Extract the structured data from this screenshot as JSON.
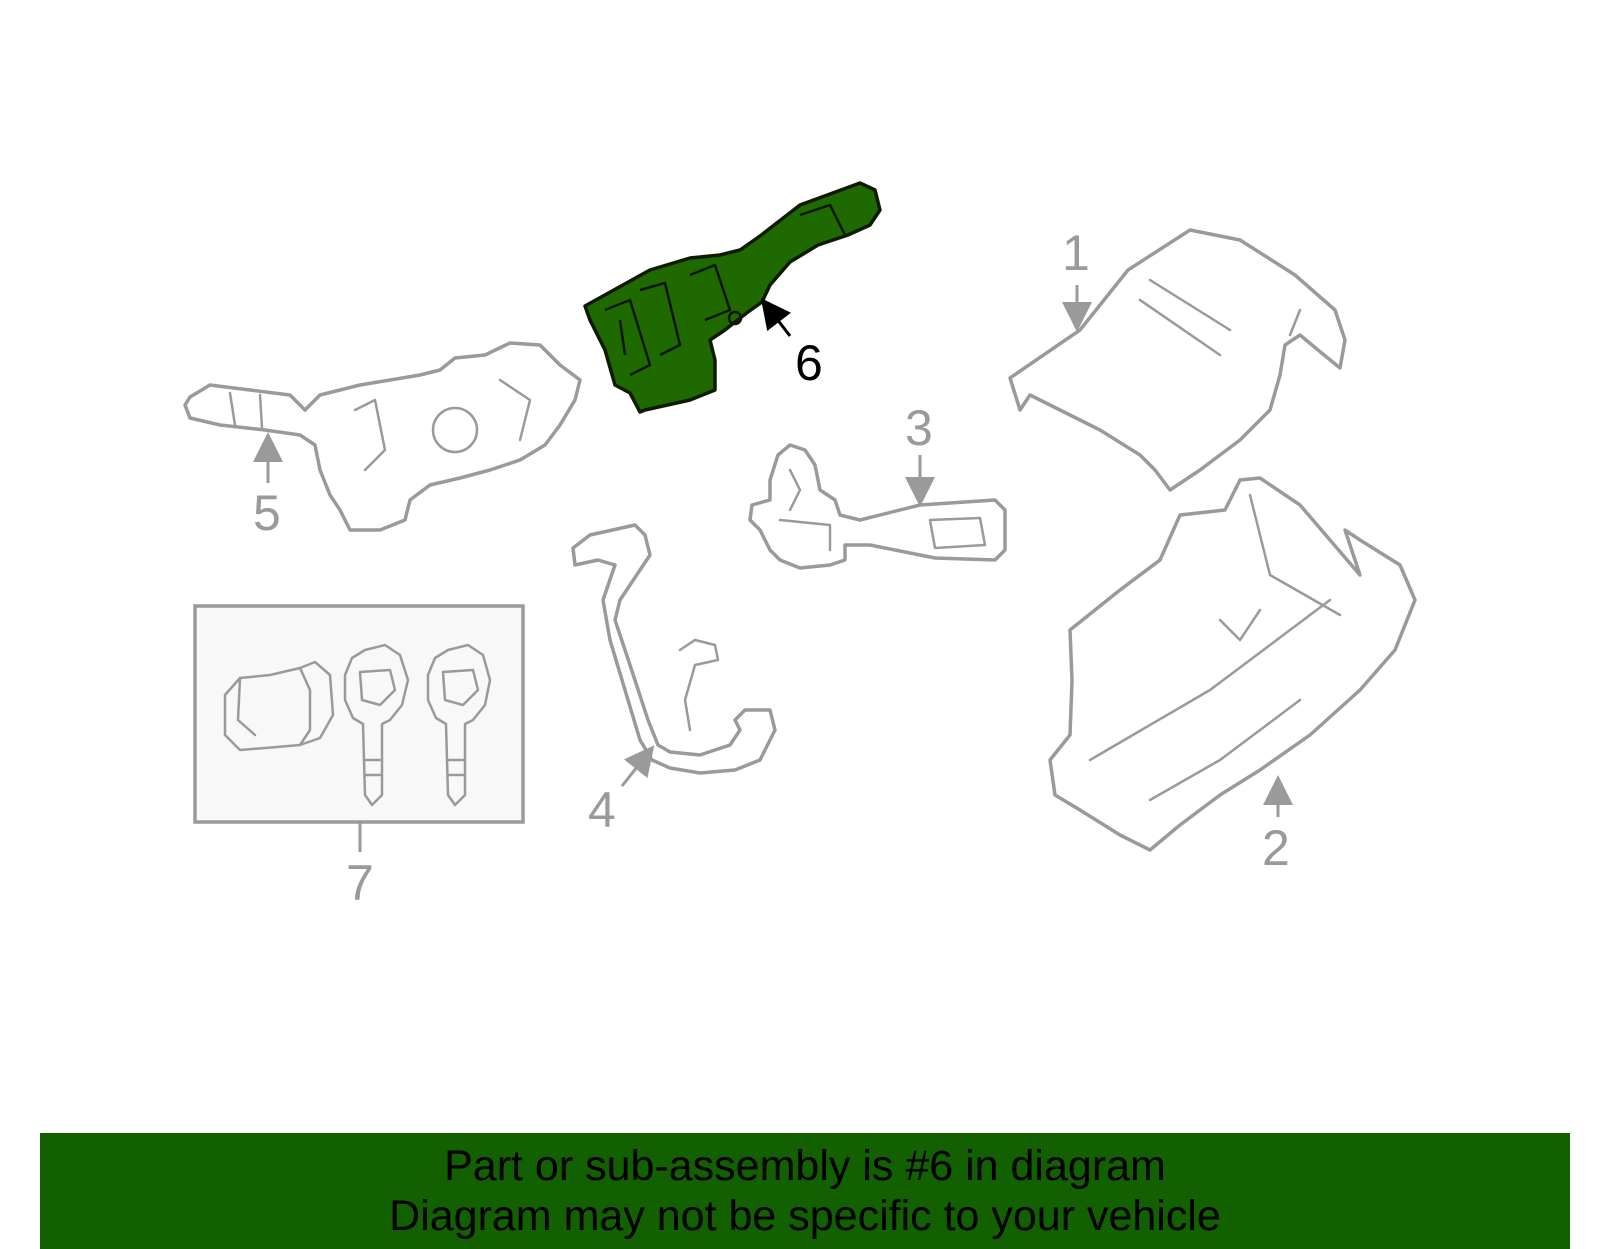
{
  "callouts": {
    "c1": "1",
    "c2": "2",
    "c3": "3",
    "c4": "4",
    "c5": "5",
    "c6": "6",
    "c7": "7"
  },
  "highlight_color": "#1f6a00",
  "banner": {
    "line1": "Part or sub-assembly is #6 in diagram",
    "line2": "Diagram may not be specific to your vehicle",
    "background": "#126000"
  }
}
